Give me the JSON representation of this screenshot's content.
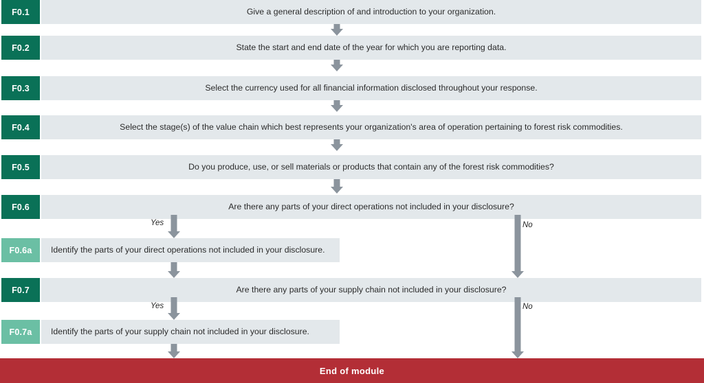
{
  "diagram": {
    "title": "End of module",
    "colors": {
      "code_dark_green": "#0a7157",
      "code_light_green": "#6bbfa4",
      "row_background": "#e3e8eb",
      "arrow_gray": "#8b949d",
      "end_bar_red": "#b32e36",
      "text_dark": "#2b2b2b",
      "text_white": "#ffffff"
    },
    "rows": [
      {
        "code": "F0.1",
        "text": "Give a general description of and introduction to your organization.",
        "kind": "main"
      },
      {
        "code": "F0.2",
        "text": "State the start and end date of the year for which you are reporting data.",
        "kind": "main"
      },
      {
        "code": "F0.3",
        "text": "Select the currency used for all financial information disclosed throughout your response.",
        "kind": "main"
      },
      {
        "code": "F0.4",
        "text": "Select the stage(s) of the value chain which best represents your organization's area of operation pertaining to forest risk commodities.",
        "kind": "main"
      },
      {
        "code": "F0.5",
        "text": "Do you produce, use, or sell materials or products that contain any of the forest risk commodities?",
        "kind": "main"
      },
      {
        "code": "F0.6",
        "text": "Are there any parts of your direct operations not included in your disclosure?",
        "kind": "main"
      },
      {
        "code": "F0.6a",
        "text": "Identify the parts of your direct operations not included in your disclosure.",
        "kind": "sub"
      },
      {
        "code": "F0.7",
        "text": "Are there any parts of your supply chain not included in your disclosure?",
        "kind": "main"
      },
      {
        "code": "F0.7a",
        "text": "Identify the parts of your supply chain not included in your disclosure.",
        "kind": "sub"
      }
    ],
    "branch_labels": {
      "yes_1": "Yes",
      "no_1": "No",
      "yes_2": "Yes",
      "no_2": "No"
    },
    "end_label": "End of module"
  }
}
